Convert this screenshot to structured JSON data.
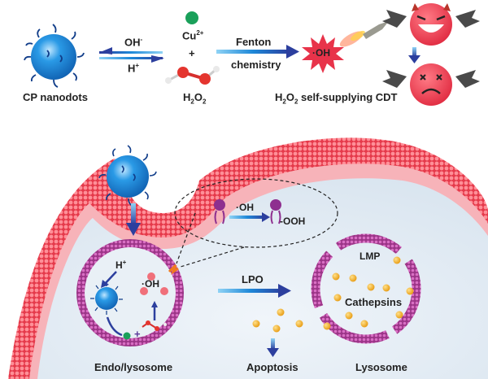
{
  "top": {
    "nanodots_label": "CP nanodots",
    "eq_forward": "OH",
    "eq_forward_sup": "-",
    "eq_reverse": "H",
    "eq_reverse_sup": "+",
    "cu_label": "Cu",
    "cu_sup": "2+",
    "plus": "+",
    "h2o2_label": [
      "H",
      "2",
      "O",
      "2"
    ],
    "fenton_line1": "Fenton",
    "fenton_line2": "chemistry",
    "oh_burst": "·OH",
    "cdt_label_pre": "H",
    "cdt_label_sub1": "2",
    "cdt_label_mid": "O",
    "cdt_label_sub2": "2",
    "cdt_label_post": " self-supplying CDT"
  },
  "cell": {
    "inset_oh": "·OH",
    "inset_ooh": "-OOH",
    "endo_hplus": "H",
    "endo_hplus_sup": "+",
    "endo_oh": "·OH",
    "endo_plus": "+",
    "endo_label": "Endo/lysosome",
    "lpo_label": "LPO",
    "lmp_label": "LMP",
    "cathepsins_label": "Cathepsins",
    "apoptosis_label": "Apoptosis",
    "lysosome_label": "Lysosome"
  },
  "colors": {
    "membrane": "#e8404f",
    "nanodot": "#1e88d8",
    "arrow": "#2c4fa8",
    "vesicle": "#b0449a",
    "cathepsin": "#f2a51e",
    "copper": "#1aa05a",
    "devil": "#ec3b4e",
    "cytoplasm": "#e6eef6"
  }
}
